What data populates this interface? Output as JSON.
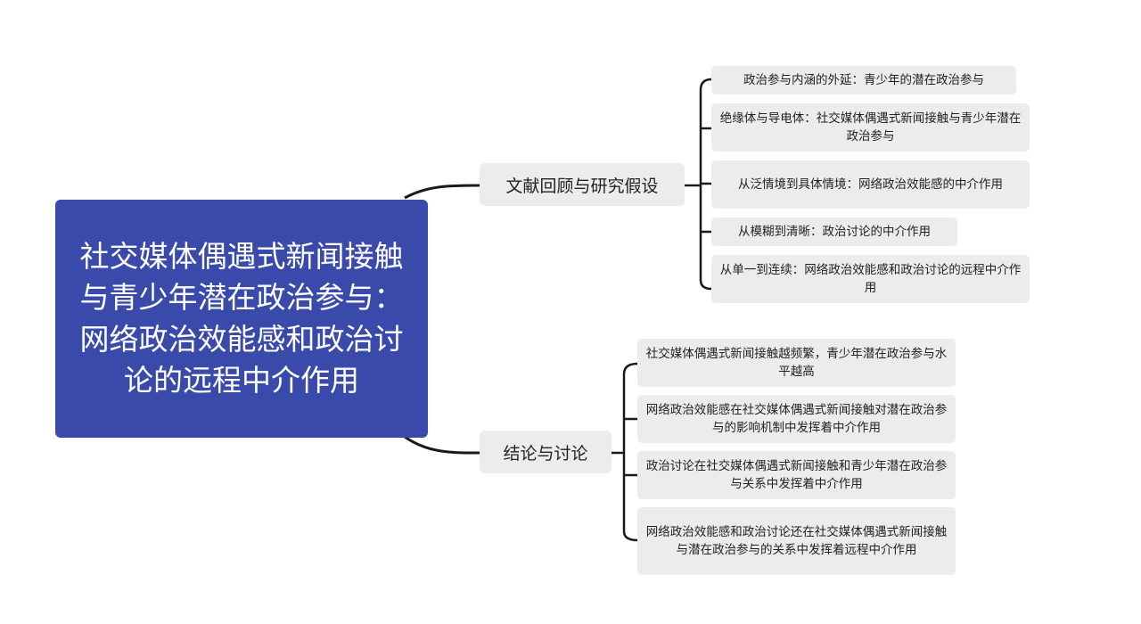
{
  "central": {
    "title": "社交媒体偶遇式新闻接触与青少年潜在政治参与：网络政治效能感和政治讨论的远程中介作用"
  },
  "branches": [
    {
      "label": "文献回顾与研究假设",
      "children": [
        "政治参与内涵的外延：青少年的潜在政治参与",
        "绝缘体与导电体：社交媒体偶遇式新闻接触与青少年潜在政治参与",
        "从泛情境到具体情境：网络政治效能感的中介作用",
        "从模糊到清晰：政治讨论的中介作用",
        "从单一到连续：网络政治效能感和政治讨论的远程中介作用"
      ]
    },
    {
      "label": "结论与讨论",
      "children": [
        "社交媒体偶遇式新闻接触越频繁，青少年潜在政治参与水平越高",
        "网络政治效能感在社交媒体偶遇式新闻接触对潜在政治参与的影响机制中发挥着中介作用",
        "政治讨论在社交媒体偶遇式新闻接触和青少年潜在政治参与关系中发挥着中介作用",
        "网络政治效能感和政治讨论还在社交媒体偶遇式新闻接触与潜在政治参与的关系中发挥着远程中介作用"
      ]
    }
  ],
  "colors": {
    "central_bg": "#3a4aab",
    "node_bg": "#ececec",
    "line": "#1a1a1a"
  }
}
